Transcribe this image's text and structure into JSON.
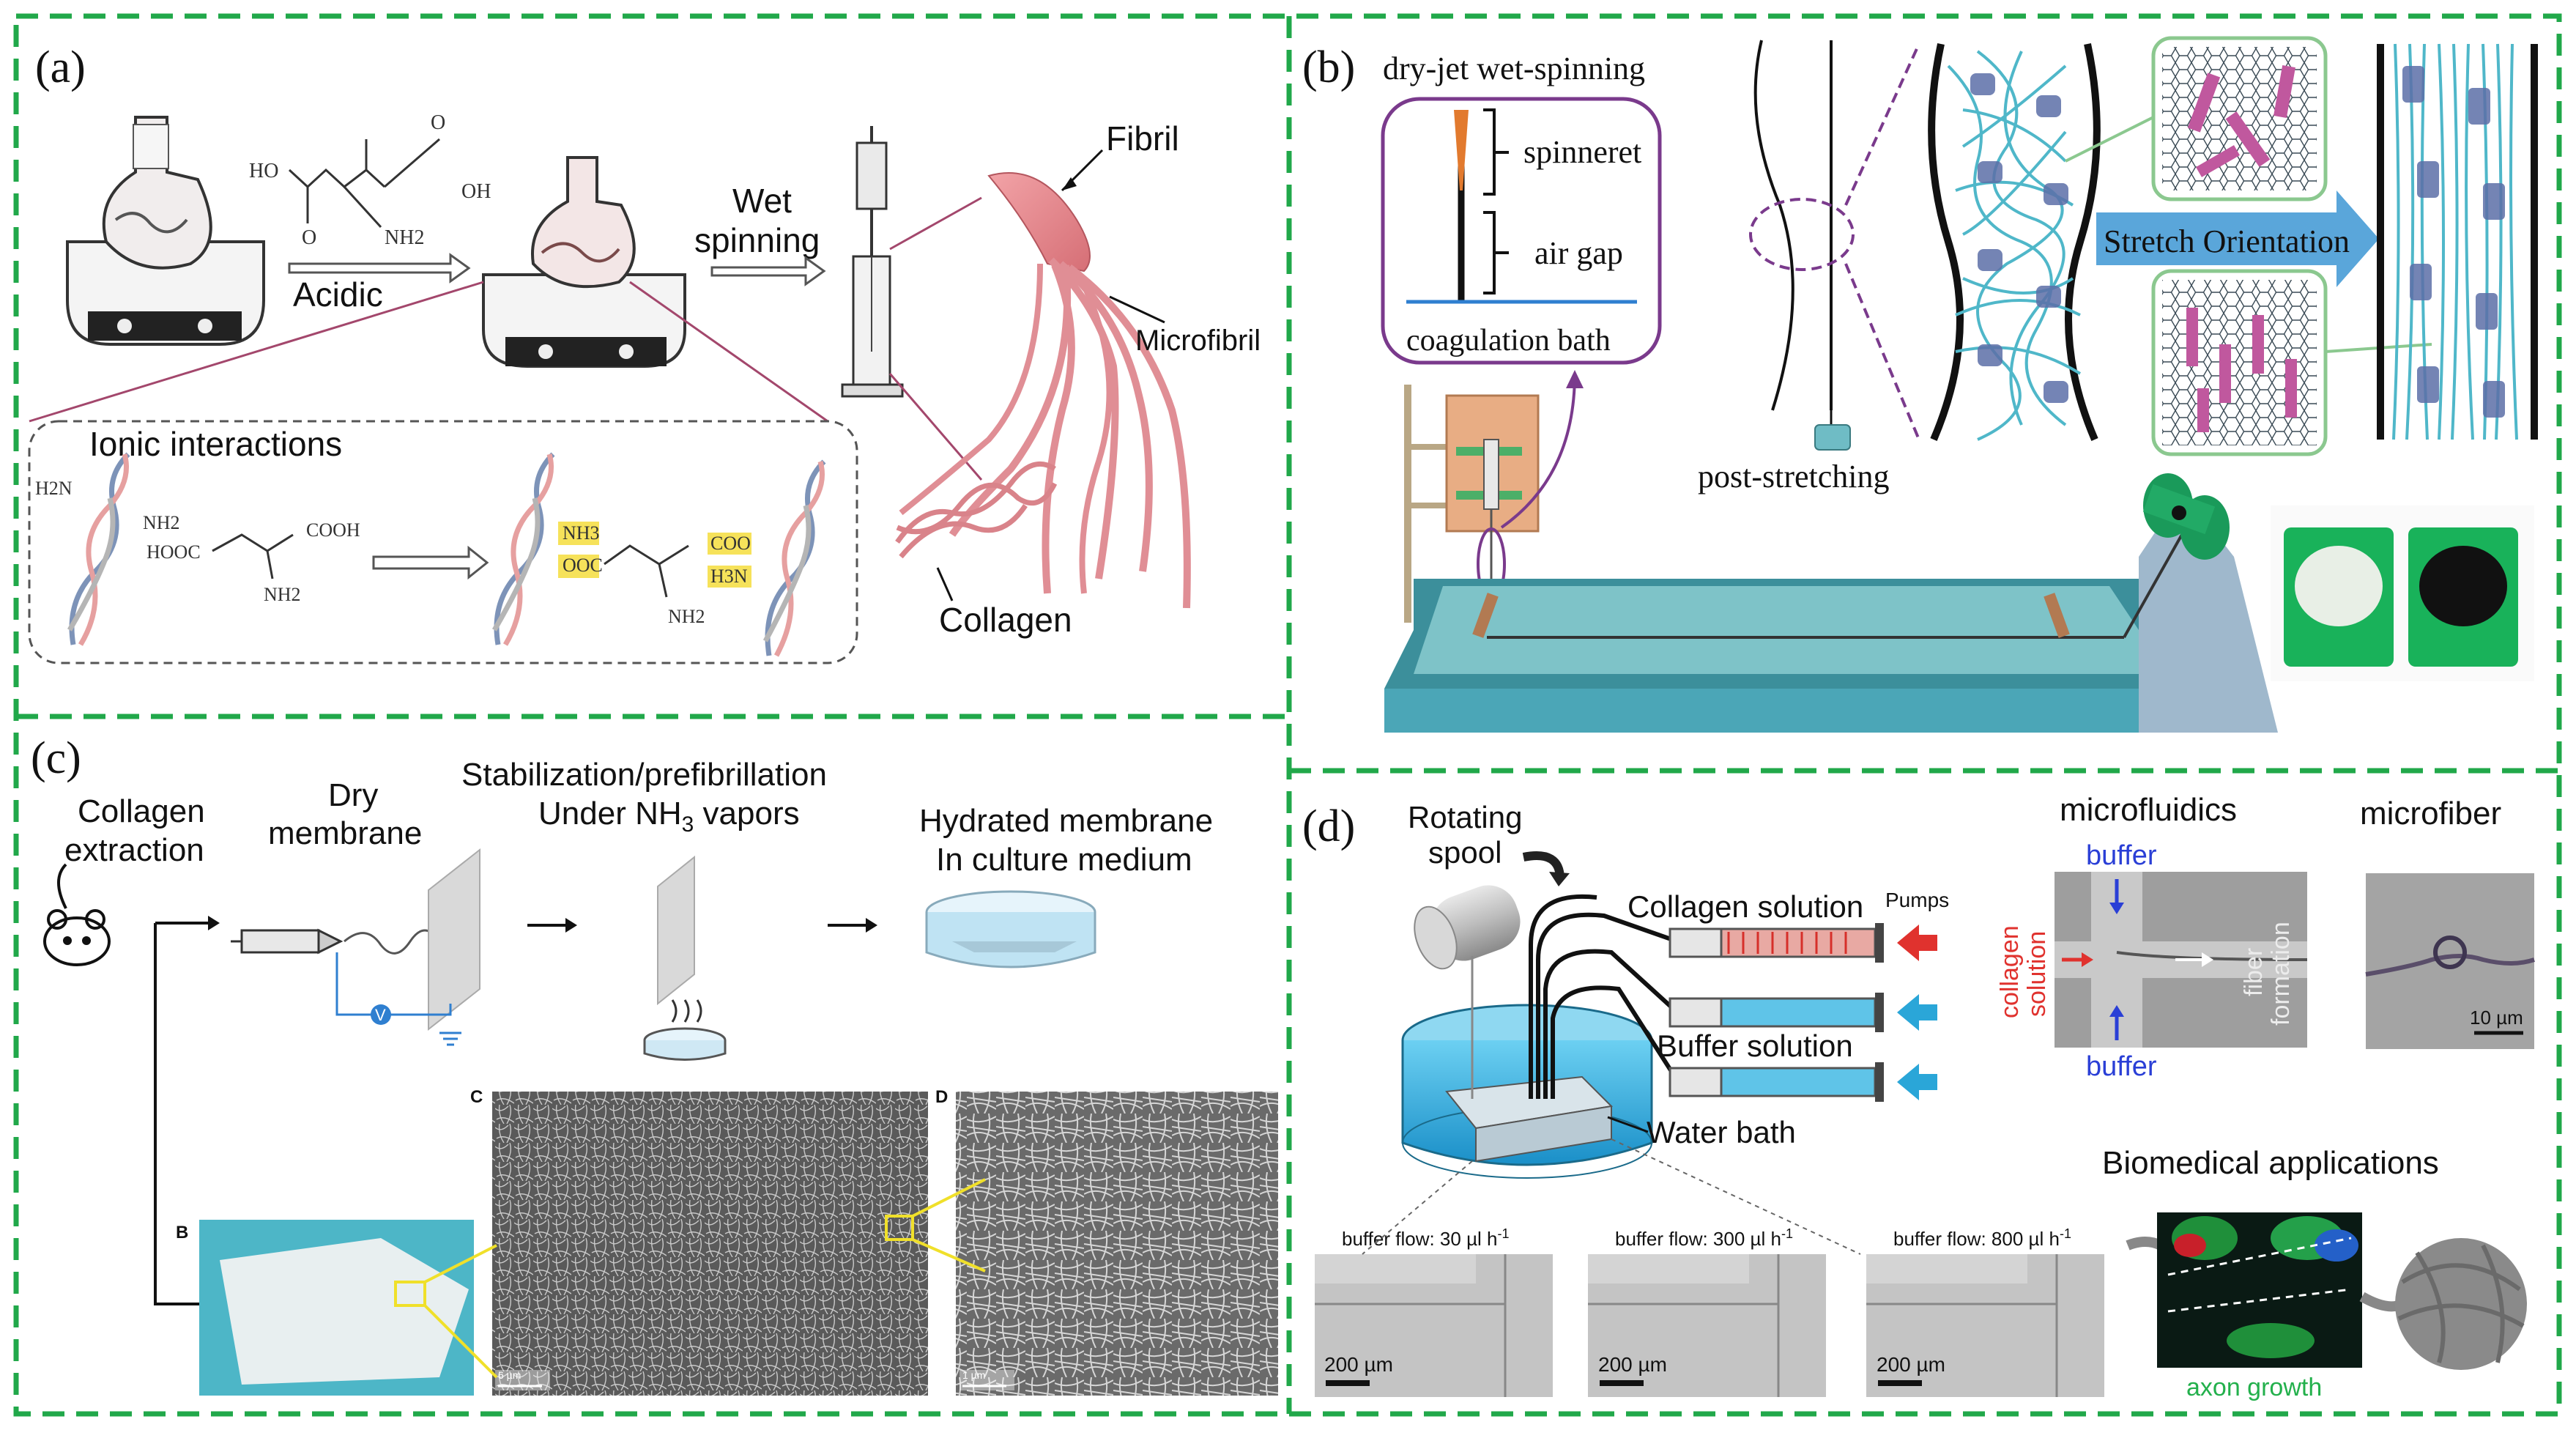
{
  "panel_a": {
    "label": "(a)",
    "acidic": "Acidic",
    "wet_spinning_1": "Wet",
    "wet_spinning_2": "spinning",
    "fibril": "Fibril",
    "microfibril": "Microfibril",
    "collagen": "Collagen",
    "ionic_interactions": "Ionic interactions",
    "chem": {
      "ho": "HO",
      "oh": "OH",
      "o1": "O",
      "o2": "O",
      "nh2": "NH2",
      "h2n": "H2N",
      "hooc": "HOOC",
      "cooh": "COOH",
      "nh3": "NH3",
      "ooc": "OOC",
      "coo": "COO",
      "h3n": "H3N"
    }
  },
  "panel_b": {
    "label": "(b)",
    "dry_jet": "dry-jet wet-spinning",
    "spinneret": "spinneret",
    "air_gap": "air gap",
    "coagulation_bath": "coagulation bath",
    "post_stretching": "post-stretching",
    "stretch_orientation": "Stretch Orientation"
  },
  "panel_c": {
    "label": "(c)",
    "collagen_extraction_1": "Collagen",
    "collagen_extraction_2": "extraction",
    "dry_membrane_1": "Dry",
    "dry_membrane_2": "membrane",
    "stabilization_1": "Stabilization/prefibrillation",
    "stabilization_2": "Under NH",
    "stabilization_sub": "3",
    "stabilization_3": " vapors",
    "hydrated_1": "Hydrated membrane",
    "hydrated_2": "In culture medium",
    "sub_b": "B",
    "sub_c": "C",
    "sub_d": "D",
    "v": "V",
    "scale_c": "6 µm",
    "scale_d": "1 µm"
  },
  "panel_d": {
    "label": "(d)",
    "rotating_1": "Rotating",
    "rotating_2": "spool",
    "collagen_solution": "Collagen solution",
    "pumps": "Pumps",
    "buffer_solution": "Buffer solution",
    "water_bath": "Water bath",
    "microfluidics": "microfluidics",
    "microfiber": "microfiber",
    "buffer_top": "buffer",
    "buffer_bottom": "buffer",
    "collagen_solution_v1": "collagen",
    "collagen_solution_v2": "solution",
    "fiber_formation_1": "fiber",
    "fiber_formation_2": "formation",
    "scale_10um": "10 µm",
    "biomedical": "Biomedical applications",
    "axon_growth": "axon growth",
    "flow_1": "buffer flow: 30 µl h",
    "flow_2": "buffer flow: 300 µl h",
    "flow_3": "buffer flow: 800 µl h",
    "flow_exp": "-1",
    "scale_200_1": "200 µm",
    "scale_200_2": "200 µm",
    "scale_200_3": "200 µm"
  },
  "colors": {
    "border": "#21a84a",
    "cyan": "#4fb7c9",
    "pink": "#e98f96",
    "purple": "#7a3a8c",
    "red": "#e0322e",
    "blue": "#2f7fd0"
  }
}
